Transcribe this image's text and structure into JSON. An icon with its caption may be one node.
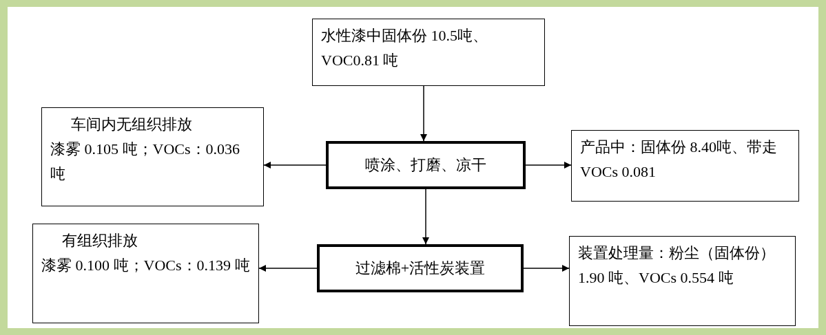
{
  "diagram": {
    "nodes": [
      {
        "text": [
          "水性漆中固体份 10.5吨、VOC0.81 吨"
        ]
      },
      {
        "text": [
          "车间内无组织排放",
          "漆雾 0.105 吨；VOCs：0.036 吨"
        ]
      },
      {
        "text": [
          "喷涂、打磨、凉干"
        ]
      },
      {
        "text": [
          "产品中：固体份 8.40吨、带走 VOCs 0.081"
        ]
      },
      {
        "text": [
          "有组织排放",
          "漆雾 0.100 吨；VOCs：0.139 吨"
        ]
      },
      {
        "text": [
          "过滤棉+活性炭装置"
        ]
      },
      {
        "text": [
          "装置处理量：粉尘（固体份）1.90 吨、VOCs 0.554 吨"
        ]
      }
    ],
    "edges": [
      {
        "from": 0,
        "to": 2,
        "arrow": "to"
      },
      {
        "from": 2,
        "to": 1,
        "arrow": "to"
      },
      {
        "from": 2,
        "to": 3,
        "arrow": "to"
      },
      {
        "from": 2,
        "to": 5,
        "arrow": "to"
      },
      {
        "from": 5,
        "to": 4,
        "arrow": "to"
      },
      {
        "from": 5,
        "to": 6,
        "arrow": "to"
      }
    ]
  }
}
